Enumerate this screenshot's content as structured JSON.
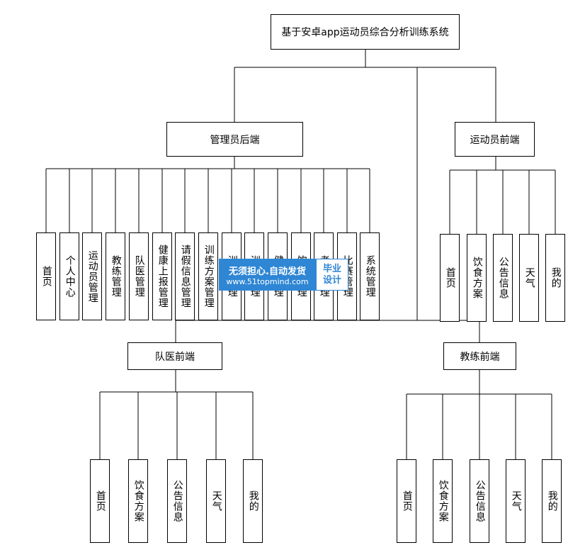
{
  "root": {
    "label": "基于安卓app运动员综合分析训练系统"
  },
  "admin": {
    "label": "管理员后端",
    "children": [
      "首页",
      "个人中心",
      "运动员管理",
      "教练管理",
      "队医管理",
      "健康上报管理",
      "请假信息管理",
      "训练方案管理",
      "训练管理",
      "训练管理",
      "健康管理",
      "饮食管理",
      "考勤管理",
      "比赛管理",
      "系统管理"
    ]
  },
  "athlete": {
    "label": "运动员前端",
    "children": [
      "首页",
      "饮食方案",
      "公告信息",
      "天气",
      "我的"
    ]
  },
  "doctor": {
    "label": "队医前端",
    "children": [
      "首页",
      "饮食方案",
      "公告信息",
      "天气",
      "我的"
    ]
  },
  "coach": {
    "label": "教练前端",
    "children": [
      "首页",
      "饮食方案",
      "公告信息",
      "天气",
      "我的"
    ]
  },
  "watermark": {
    "line1": "无须担心.自动发货",
    "line2": "www.51topmind.com",
    "badge_top": "毕业",
    "badge_bottom": "设计"
  }
}
